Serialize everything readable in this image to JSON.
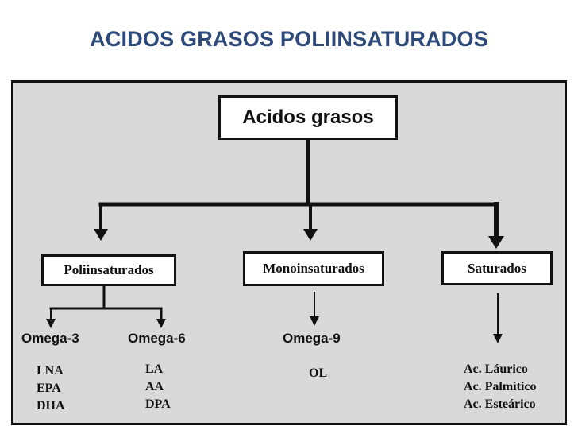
{
  "title": "ACIDOS GRASOS POLIINSATURADOS",
  "diagram": {
    "root": "Acidos grasos",
    "categories": {
      "poli": "Poliinsaturados",
      "mono": "Monoinsaturados",
      "sat": "Saturados"
    },
    "groups": {
      "omega3": {
        "label": "Omega-3",
        "items": [
          "LNA",
          "EPA",
          "DHA"
        ]
      },
      "omega6": {
        "label": "Omega-6",
        "items": [
          "LA",
          "AA",
          "DPA"
        ]
      },
      "omega9": {
        "label": "Omega-9",
        "items": [
          "OL"
        ]
      },
      "saturated": {
        "items": [
          "Ac. Láurico",
          "Ac. Palmítico",
          "Ac. Esteárico"
        ]
      }
    }
  },
  "colors": {
    "title": "#2e4a7a",
    "panel": "#d9d9d9",
    "line": "#111111"
  }
}
